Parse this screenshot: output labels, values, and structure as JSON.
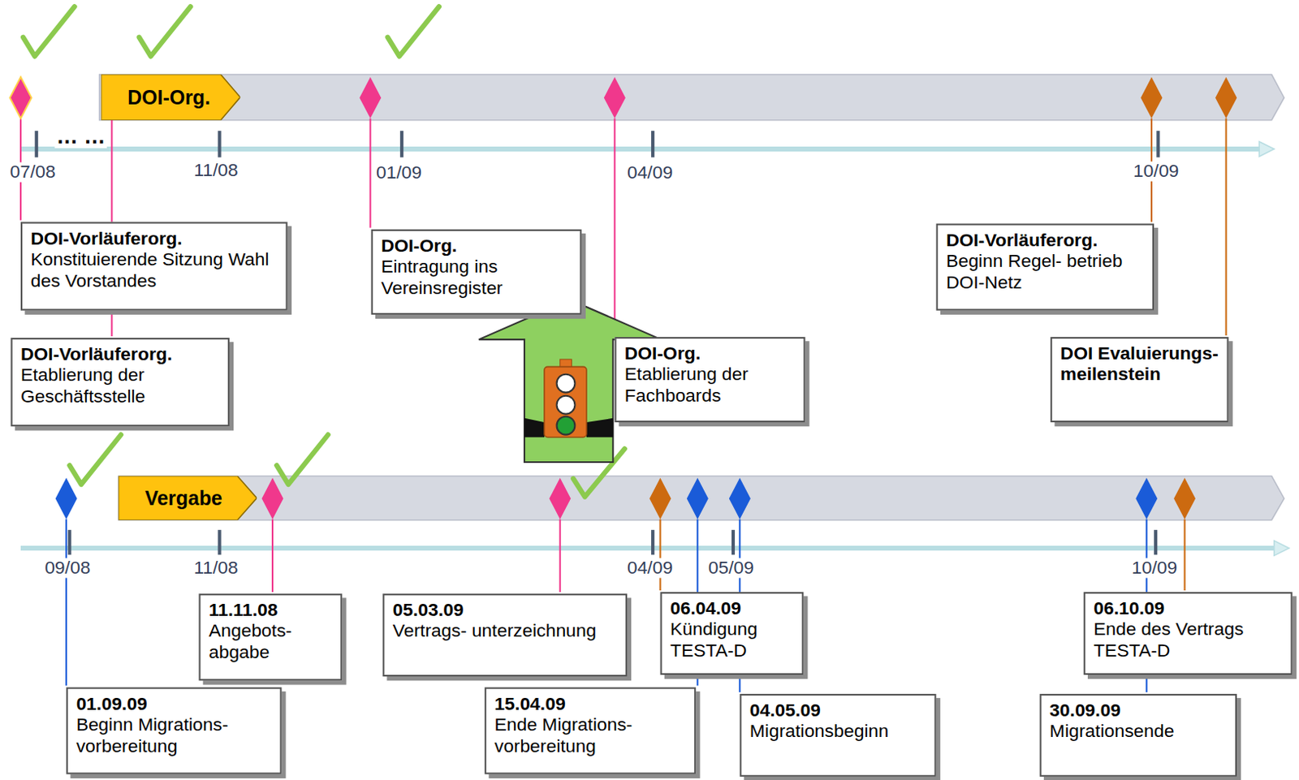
{
  "diagram": {
    "nodes": [
      {
        "text": [
          "DOI-Org."
        ]
      },
      {
        "text": [
          "DOI-Vorläuferorg.",
          "Konstituierende Sitzung Wahl des Vorstandes"
        ]
      },
      {
        "text": [
          "DOI-Vorläuferorg.",
          "Etablierung der Geschäftsstelle"
        ]
      },
      {
        "text": [
          "DOI-Org.",
          "Eintragung ins Vereinsregister"
        ]
      },
      {
        "text": [
          "DOI-Org.",
          "Etablierung der Fachboards"
        ]
      },
      {
        "text": [
          "DOI-Vorläuferorg.",
          "Beginn Regel- betrieb DOI-Netz"
        ]
      },
      {
        "text": [
          "DOI Evaluierungs- meilenstein"
        ]
      },
      {
        "text": [
          "Vergabe"
        ]
      },
      {
        "text": [
          "11.11.08",
          "Angebots- abgabe"
        ]
      },
      {
        "text": [
          "05.03.09",
          "Vertrags- unterzeichnung"
        ]
      },
      {
        "text": [
          "06.04.09",
          "Kündigung TESTA-D"
        ]
      },
      {
        "text": [
          "06.10.09",
          "Ende des Vertrags TESTA-D"
        ]
      },
      {
        "text": [
          "01.09.09",
          "Beginn Migrations- vorbereitung"
        ]
      },
      {
        "text": [
          "15.04.09",
          "Ende Migrations- vorbereitung"
        ]
      },
      {
        "text": [
          "04.05.09",
          "Migrationsbeginn"
        ]
      },
      {
        "text": [
          "30.09.09",
          "Migrationsende"
        ]
      }
    ],
    "labels": [
      "… …",
      "07/08",
      "11/08",
      "01/09",
      "04/09",
      "10/09",
      "09/08",
      "11/08",
      "04/09",
      "05/09",
      "10/09"
    ]
  }
}
